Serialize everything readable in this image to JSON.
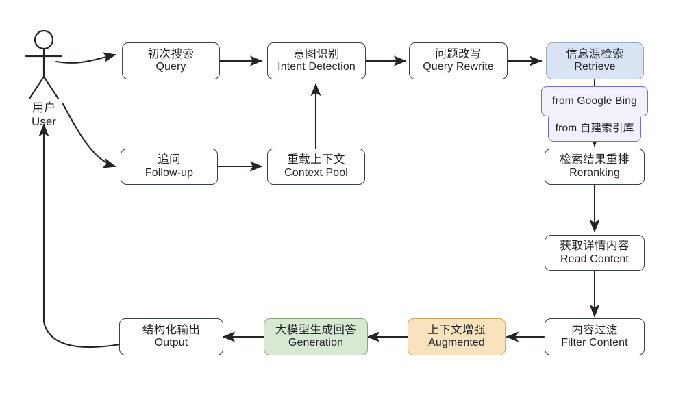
{
  "diagram": {
    "title": "RAG Search Pipeline Flowchart",
    "colors": {
      "stroke": "#3b4044",
      "blue_fill": "#dae3f3",
      "blue_border": "#9aa9c4",
      "green_fill": "#d9e8d2",
      "green_border": "#86a878",
      "orange_fill": "#f9e3bf",
      "orange_border": "#d0a95e",
      "anno_fill": "#f1f1fb",
      "anno_border": "#6f6fd6",
      "background": "#ffffff"
    }
  },
  "actor": {
    "name_cn": "用户",
    "name_en": "User",
    "icon": "stick-figure-person"
  },
  "nodes": [
    {
      "id": "query",
      "cn": "初次搜索",
      "en": "Query",
      "style": "plain"
    },
    {
      "id": "intent",
      "cn": "意图识别",
      "en": "Intent Detection",
      "style": "plain"
    },
    {
      "id": "rewrite",
      "cn": "问题改写",
      "en": "Query Rewrite",
      "style": "plain"
    },
    {
      "id": "retrieve",
      "cn": "信息源检索",
      "en": "Retrieve",
      "style": "blue"
    },
    {
      "id": "rerank",
      "cn": "检索结果重排",
      "en": "Reranking",
      "style": "plain"
    },
    {
      "id": "read",
      "cn": "获取详情内容",
      "en": "Read Content",
      "style": "plain"
    },
    {
      "id": "filter",
      "cn": "内容过滤",
      "en": "Filter Content",
      "style": "plain"
    },
    {
      "id": "augmented",
      "cn": "上下文增强",
      "en": "Augmented",
      "style": "orange"
    },
    {
      "id": "generation",
      "cn": "大模型生成回答",
      "en": "Generation",
      "style": "green"
    },
    {
      "id": "output",
      "cn": "结构化输出",
      "en": "Output",
      "style": "plain"
    },
    {
      "id": "followup",
      "cn": "追问",
      "en": "Follow-up",
      "style": "plain"
    },
    {
      "id": "context",
      "cn": "重载上下文",
      "en": "Context Pool",
      "style": "plain"
    }
  ],
  "annotations": [
    {
      "id": "source-google-bing",
      "text": "from Google Bing"
    },
    {
      "id": "source-self-index",
      "text": "from 自建索引库"
    }
  ],
  "edges": [
    {
      "from": "user",
      "to": "query"
    },
    {
      "from": "query",
      "to": "intent"
    },
    {
      "from": "intent",
      "to": "rewrite"
    },
    {
      "from": "rewrite",
      "to": "retrieve"
    },
    {
      "from": "retrieve",
      "to": "rerank"
    },
    {
      "from": "rerank",
      "to": "read"
    },
    {
      "from": "read",
      "to": "filter"
    },
    {
      "from": "filter",
      "to": "augmented"
    },
    {
      "from": "augmented",
      "to": "generation"
    },
    {
      "from": "generation",
      "to": "output"
    },
    {
      "from": "output",
      "to": "user"
    },
    {
      "from": "user",
      "to": "followup"
    },
    {
      "from": "followup",
      "to": "context"
    },
    {
      "from": "context",
      "to": "intent"
    }
  ]
}
